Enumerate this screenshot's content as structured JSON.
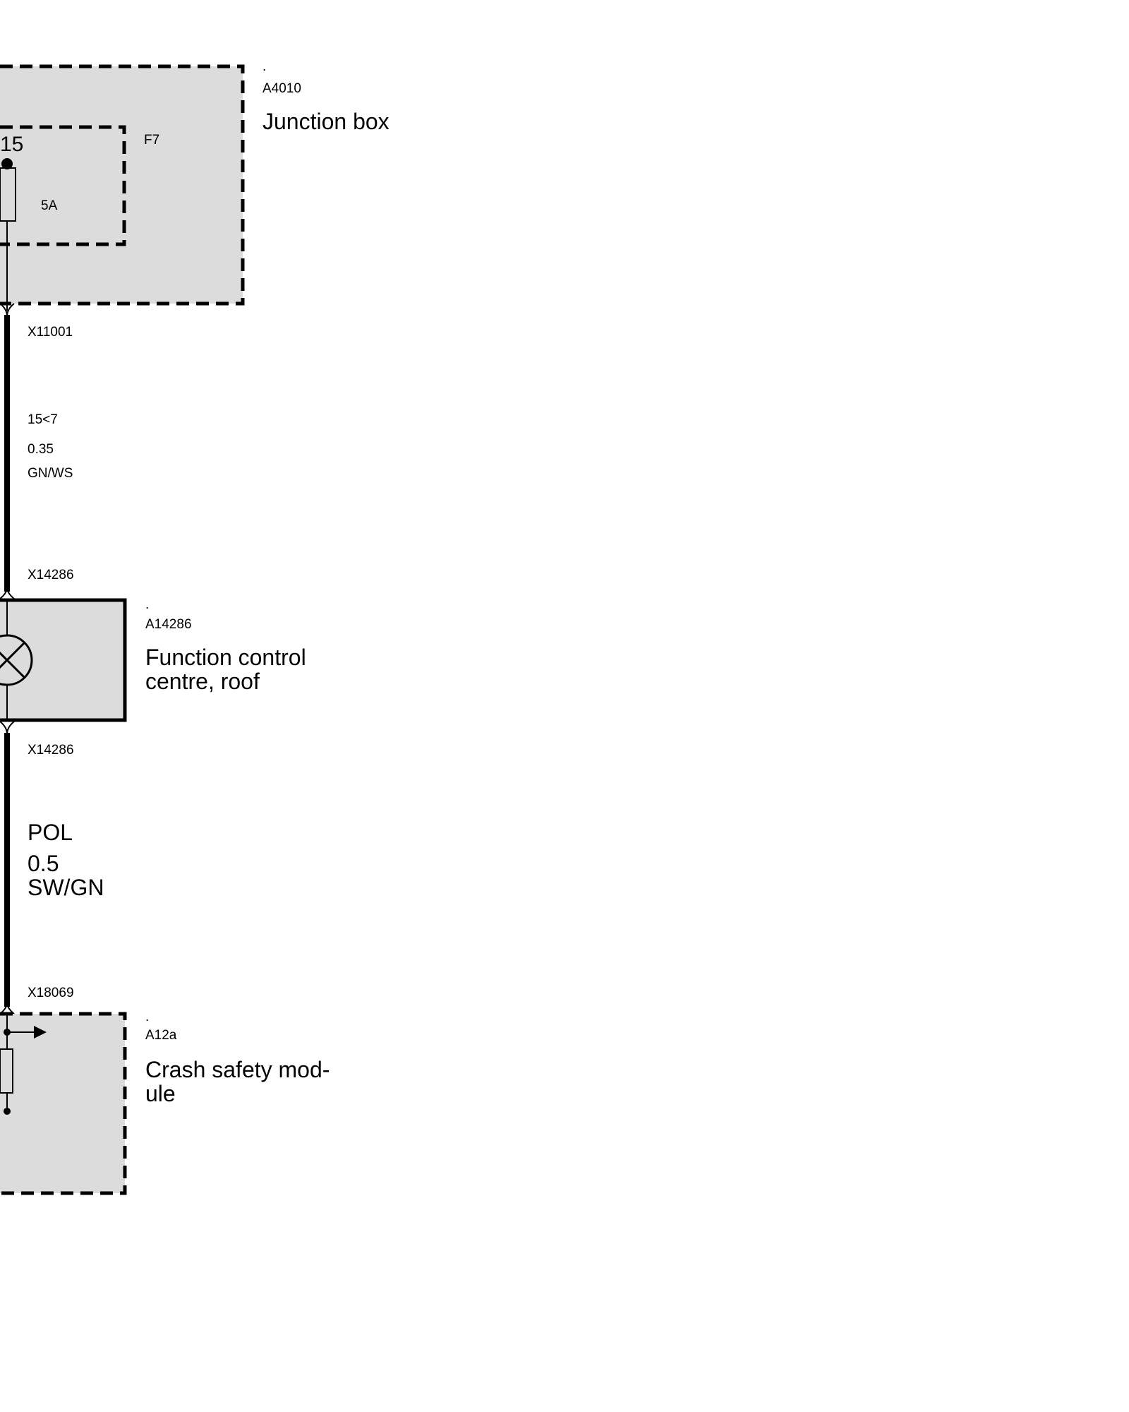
{
  "colors": {
    "background": "#ffffff",
    "box_fill": "#dcdcdc",
    "line": "#000000"
  },
  "junction_box": {
    "dot": ".",
    "code": "A4010",
    "name": "Junction box",
    "pin": "15",
    "fuse": {
      "code": "F7",
      "rating": "5A"
    }
  },
  "wire_1": {
    "connector_top": "X11001",
    "signal": "15<7",
    "gauge": "0.35",
    "color": "GN/WS"
  },
  "function_control": {
    "connector_top": "X14286",
    "dot": ".",
    "code": "A14286",
    "name_line1": "Function control",
    "name_line2": "centre, roof",
    "connector_bottom": "X14286",
    "icon": "lamp-icon"
  },
  "wire_2": {
    "signal": "POL",
    "gauge": "0.5",
    "color": "SW/GN"
  },
  "crash_module": {
    "connector_top": "X18069",
    "dot": ".",
    "code": "A12a",
    "name_line1": "Crash safety mod-",
    "name_line2": "ule",
    "icon": "resistor-icon"
  }
}
